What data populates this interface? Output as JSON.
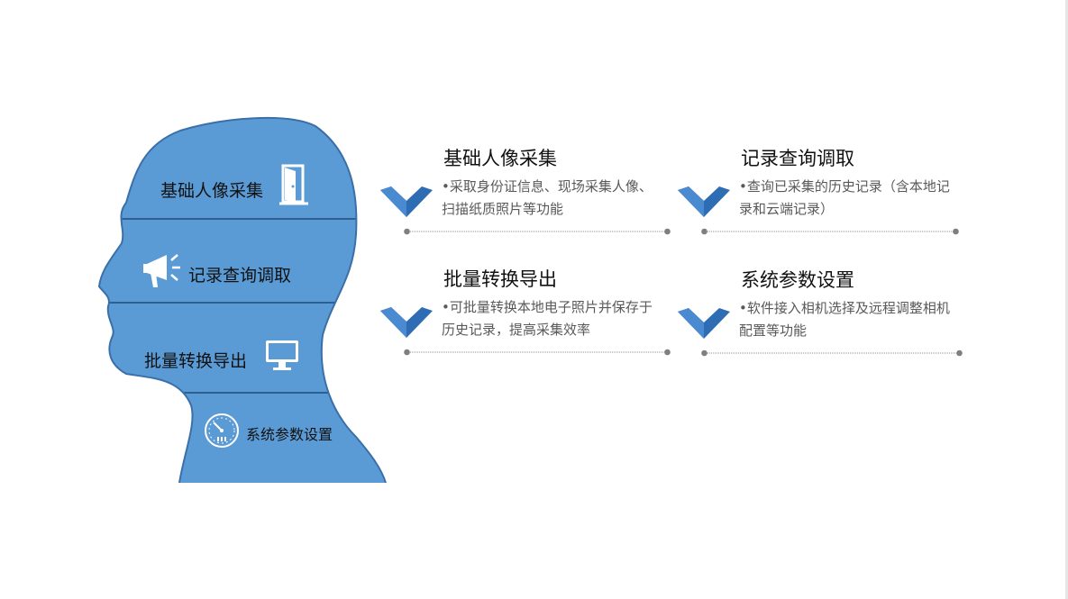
{
  "head_segments": [
    {
      "label": "基础人像采集",
      "icon": "door-icon"
    },
    {
      "label": "记录查询调取",
      "icon": "megaphone-icon"
    },
    {
      "label": "批量转换导出",
      "icon": "monitor-icon"
    },
    {
      "label": "系统参数设置",
      "icon": "gauge-icon"
    }
  ],
  "features": [
    {
      "title": "基础人像采集",
      "desc": "•采取身份证信息、现场采集人像、扫描纸质照片等功能"
    },
    {
      "title": "记录查询调取",
      "desc": "•查询已采集的历史记录（含本地记录和云端记录）"
    },
    {
      "title": "批量转换导出",
      "desc": "•可批量转换本地电子照片并保存于历史记录，提高采集效率"
    },
    {
      "title": "系统参数设置",
      "desc": "•软件接入相机选择及远程调整相机配置等功能"
    }
  ],
  "colors": {
    "head_blue": "#5b9bd5",
    "chevron_blue": "#2e6db4",
    "rule_gray": "#8c8c8c"
  }
}
